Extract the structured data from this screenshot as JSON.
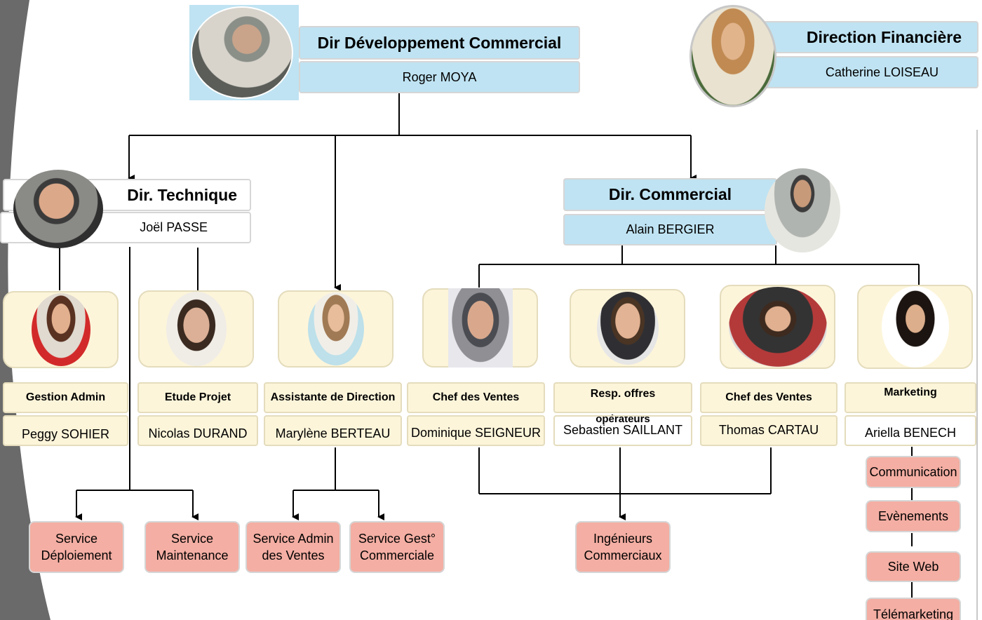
{
  "top": {
    "title": "Dir Développement Commercial",
    "name": "Roger MOYA"
  },
  "finance": {
    "title": "Direction Financière",
    "name": "Catherine LOISEAU"
  },
  "technique": {
    "title": "Dir. Technique",
    "name": "Joël PASSE"
  },
  "commercial": {
    "title": "Dir. Commercial",
    "name": "Alain BERGIER"
  },
  "staff": [
    {
      "role": "Gestion Admin",
      "name": "Peggy SOHIER"
    },
    {
      "role": "Etude Projet",
      "name": "Nicolas DURAND"
    },
    {
      "role": "Assistante de Direction",
      "name": "Marylène BERTEAU"
    },
    {
      "role": "Chef des Ventes",
      "name": "Dominique SEIGNEUR"
    },
    {
      "role": "Resp. offres",
      "role2": "opérateurs",
      "name": "Sebastien SAILLANT"
    },
    {
      "role": "Chef des Ventes",
      "name": "Thomas CARTAU"
    },
    {
      "role": "Marketing",
      "name": "Ariella BENECH"
    }
  ],
  "services": {
    "deploiement": [
      "Service",
      "Déploiement"
    ],
    "maintenance": [
      "Service",
      "Maintenance"
    ],
    "admin_ventes": [
      "Service Admin",
      "des Ventes"
    ],
    "gest_commerciale": [
      "Service Gest°",
      "Commerciale"
    ],
    "ingenieurs": [
      "Ingénieurs",
      "Commerciaux"
    ]
  },
  "marketing_items": [
    "Communication",
    "Evènements",
    "Site Web",
    "Télémarketing"
  ]
}
